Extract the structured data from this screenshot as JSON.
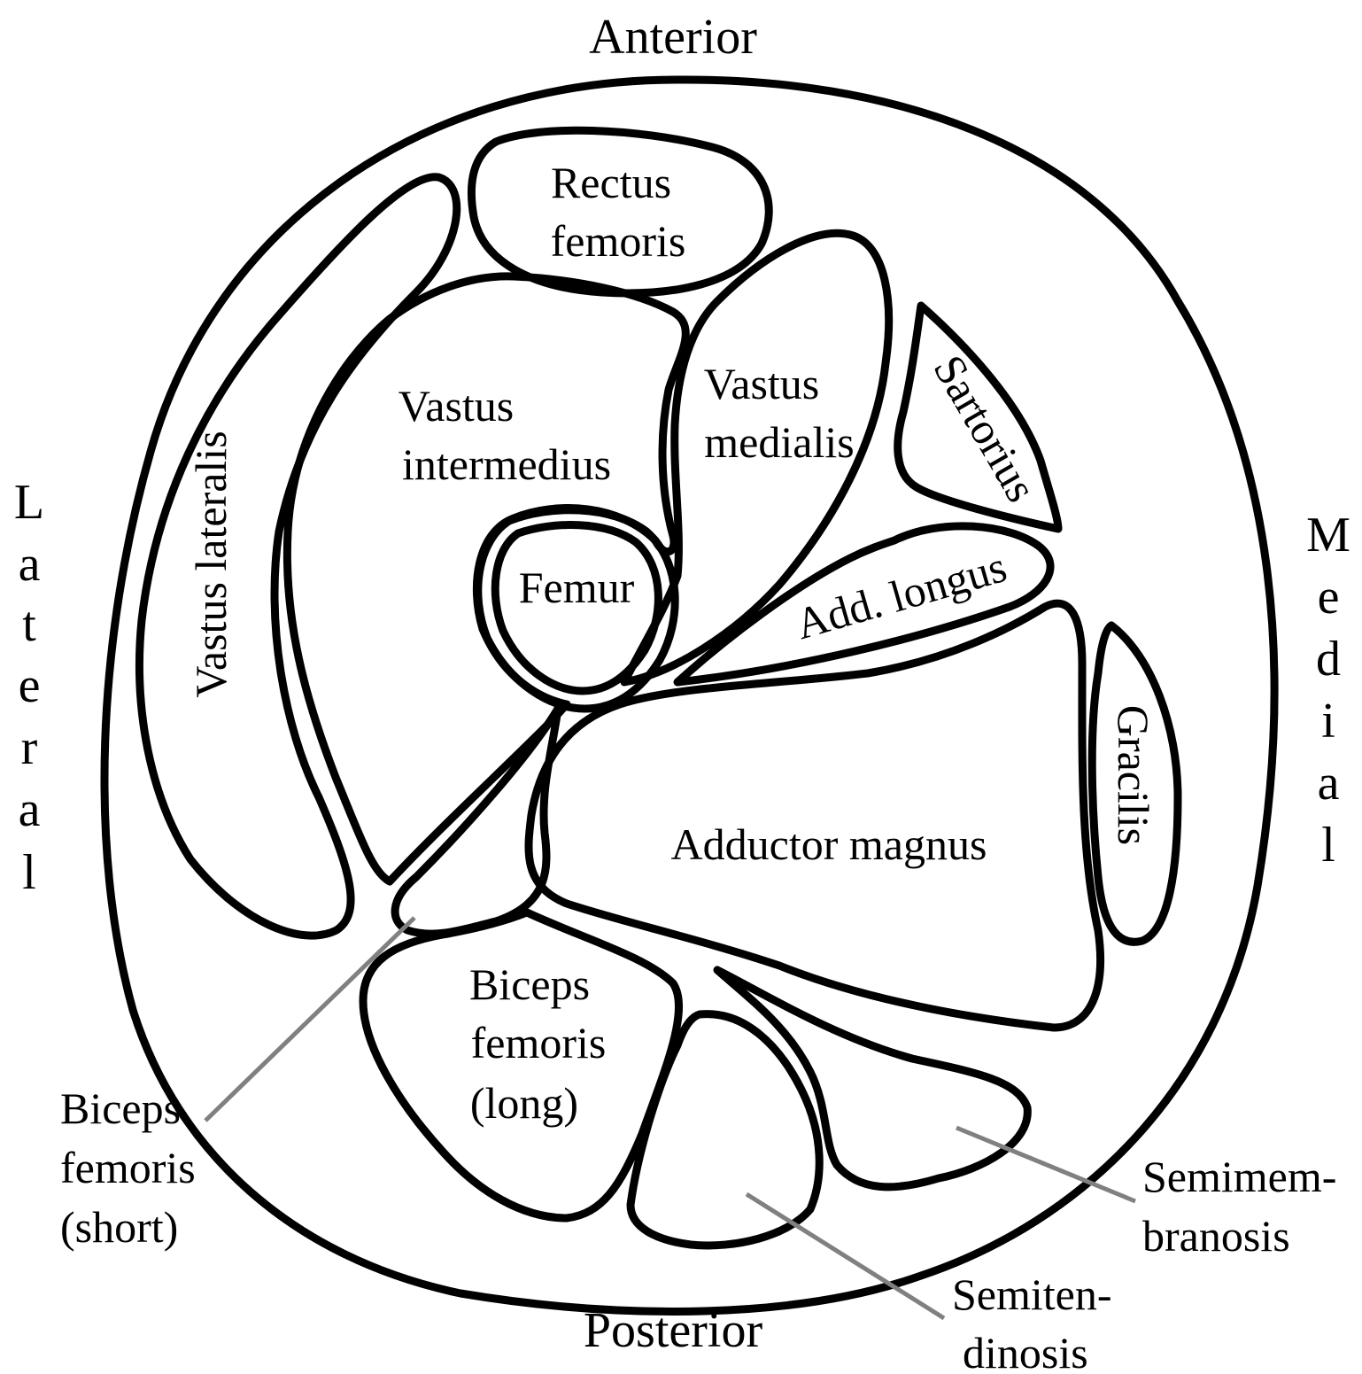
{
  "directions": {
    "anterior": "Anterior",
    "posterior": "Posterior",
    "lateral": [
      "L",
      "a",
      "t",
      "e",
      "r",
      "a",
      "l"
    ],
    "medial": [
      "M",
      "e",
      "d",
      "i",
      "a",
      "l"
    ]
  },
  "muscles": {
    "rectus_femoris": [
      "Rectus",
      "femoris"
    ],
    "vastus_lateralis": "Vastus lateralis",
    "vastus_intermedius": [
      "Vastus",
      "intermedius"
    ],
    "vastus_medialis": [
      "Vastus",
      "medialis"
    ],
    "sartorius": "Sartorius",
    "femur": "Femur",
    "add_longus": "Add. longus",
    "adductor_magnus": "Adductor magnus",
    "gracilis": "Gracilis",
    "biceps_long": [
      "Biceps",
      "femoris",
      "(long)"
    ],
    "biceps_short": [
      "Biceps",
      "femoris",
      "(short)"
    ],
    "semimembranosis": [
      "Semimem-",
      "branosis"
    ],
    "semitendinosis": [
      "Semiten-",
      "dinosis"
    ]
  },
  "colors": {
    "outline": "#000000",
    "leader": "#808080",
    "background": "#ffffff"
  }
}
